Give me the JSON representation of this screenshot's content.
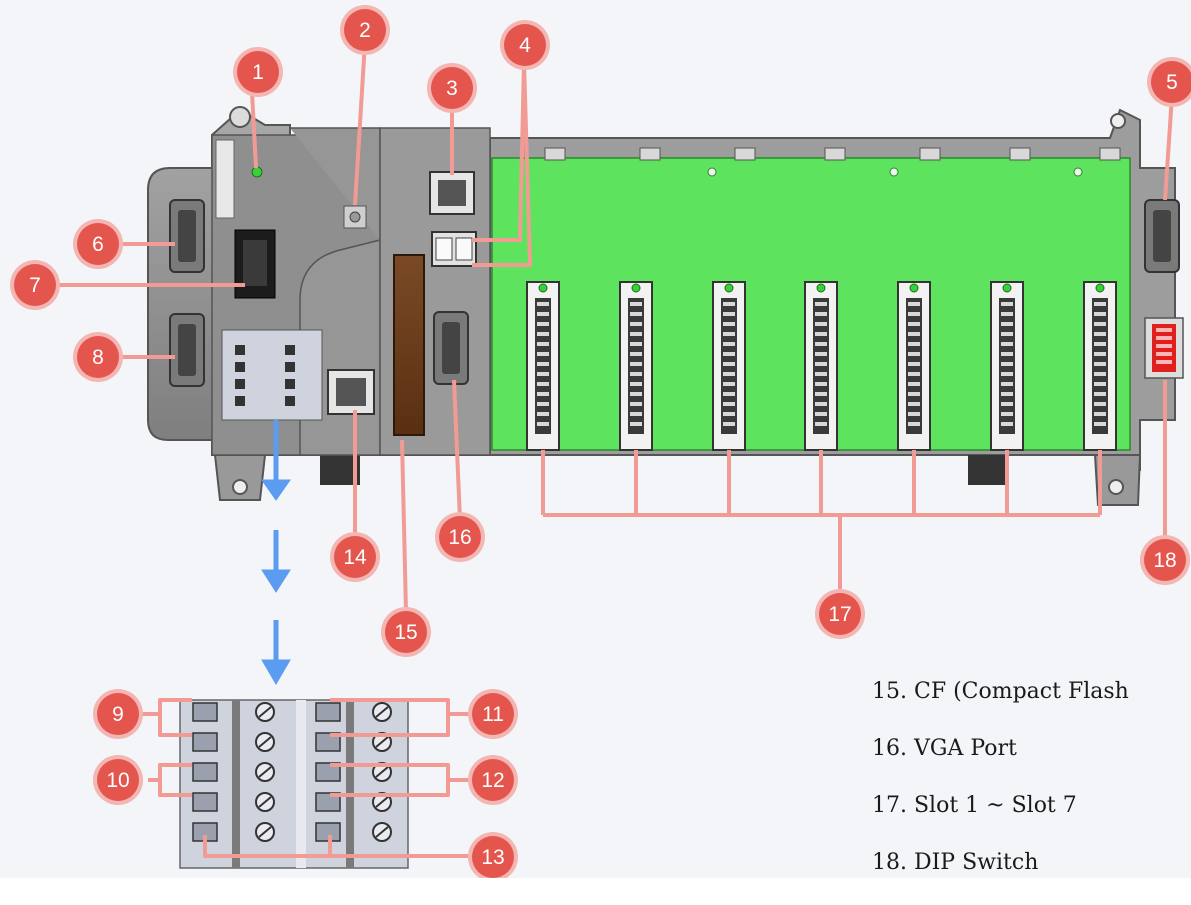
{
  "colors": {
    "callout_fill": "#e4554e",
    "callout_halo": "#f3b6b2",
    "leader_line": "#f29b95",
    "arrow": "#5b9bf0",
    "chassis": "#8c8c8c",
    "backplane": "#5ee35e",
    "dip_switch": "#e01f1f"
  },
  "callouts": [
    {
      "id": "1",
      "label": "1"
    },
    {
      "id": "2",
      "label": "2"
    },
    {
      "id": "3",
      "label": "3"
    },
    {
      "id": "4",
      "label": "4"
    },
    {
      "id": "5",
      "label": "5"
    },
    {
      "id": "6",
      "label": "6"
    },
    {
      "id": "7",
      "label": "7"
    },
    {
      "id": "8",
      "label": "8"
    },
    {
      "id": "9",
      "label": "9"
    },
    {
      "id": "10",
      "label": "10"
    },
    {
      "id": "11",
      "label": "11"
    },
    {
      "id": "12",
      "label": "12"
    },
    {
      "id": "13",
      "label": "13"
    },
    {
      "id": "14",
      "label": "14"
    },
    {
      "id": "15",
      "label": "15"
    },
    {
      "id": "16",
      "label": "16"
    },
    {
      "id": "17",
      "label": "17"
    },
    {
      "id": "18",
      "label": "18"
    }
  ],
  "legend": [
    "15. CF (Compact Flash",
    "16. VGA Port",
    "17. Slot 1 ~ Slot 7",
    "18. DIP Switch"
  ],
  "slot_count": 7,
  "icons": {
    "flow_arrow": "down-arrow-icon"
  }
}
